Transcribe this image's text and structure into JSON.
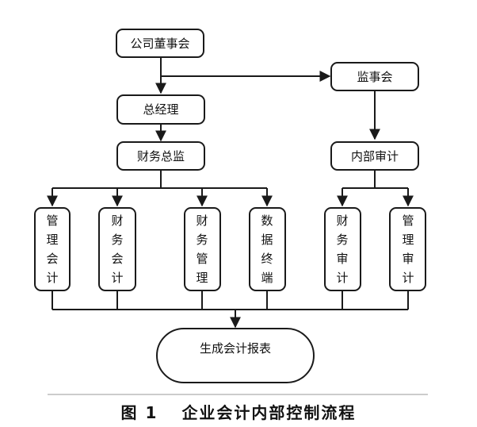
{
  "diagram": {
    "nodes": {
      "board": "公司董事会",
      "supervisory": "监事会",
      "gm": "总经理",
      "cfo": "财务总监",
      "internal_audit": "内部审计",
      "mgmt_accounting": "管理会计",
      "financial_accounting": "财务会计",
      "financial_mgmt": "财务管理",
      "data_terminal": "数据终端",
      "financial_audit": "财务审计",
      "mgmt_audit": "管理审计",
      "report": "生成会计报表"
    }
  },
  "caption": {
    "label": "图 1",
    "title": "企业会计内部控制流程"
  }
}
